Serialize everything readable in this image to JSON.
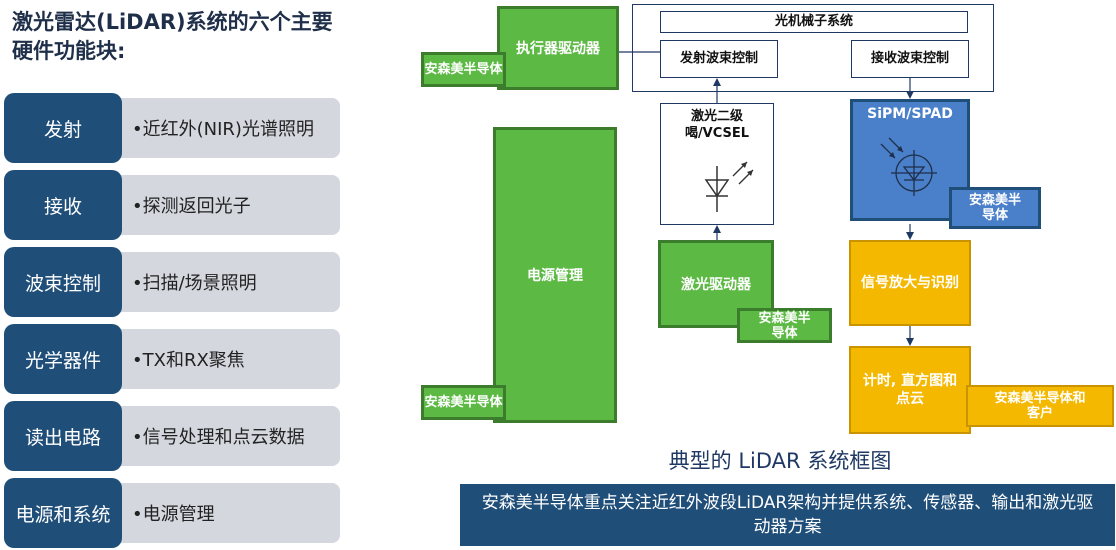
{
  "title": "激光雷达(LiDAR)系统的六个主要硬件功能块:",
  "blocks": [
    {
      "label": "发射",
      "desc": "•近红外(NIR)光谱照明"
    },
    {
      "label": "接收",
      "desc": "•探测返回光子"
    },
    {
      "label": "波束控制",
      "desc": "•扫描/场景照明"
    },
    {
      "label": "光学器件",
      "desc": "•TX和RX聚焦"
    },
    {
      "label": "读出电路",
      "desc": "•信号处理和点云数据"
    },
    {
      "label": "电源和系统",
      "desc": "•电源管理"
    }
  ],
  "diagram": {
    "actuator_driver": "执行器驱动器",
    "onsemi_tag": "安森美半导体",
    "opto_mech": "光机械子系统",
    "tx_beam": "发射波束控制",
    "rx_beam": "接收波束控制",
    "laser_diode": "激光二级喝/VCSEL",
    "sipm": "SiPM/SPAD",
    "power_mgmt": "电源管理",
    "laser_driver": "激光驱动器",
    "signal_amp": "信号放大与识别",
    "timing": "计时, 直方图和点云",
    "onsemi_customer": "安森美半导体和客户"
  },
  "caption": "典型的 LiDAR 系统框图",
  "banner": "安森美半导体重点关注近红外波段LiDAR架构并提供系统、传感器、输出和激光驱动器方案",
  "colors": {
    "navy": "#1f4e79",
    "green": "#5cb944",
    "blue": "#4a7fc9",
    "gold": "#f5b800",
    "gray": "#d4d7de"
  }
}
